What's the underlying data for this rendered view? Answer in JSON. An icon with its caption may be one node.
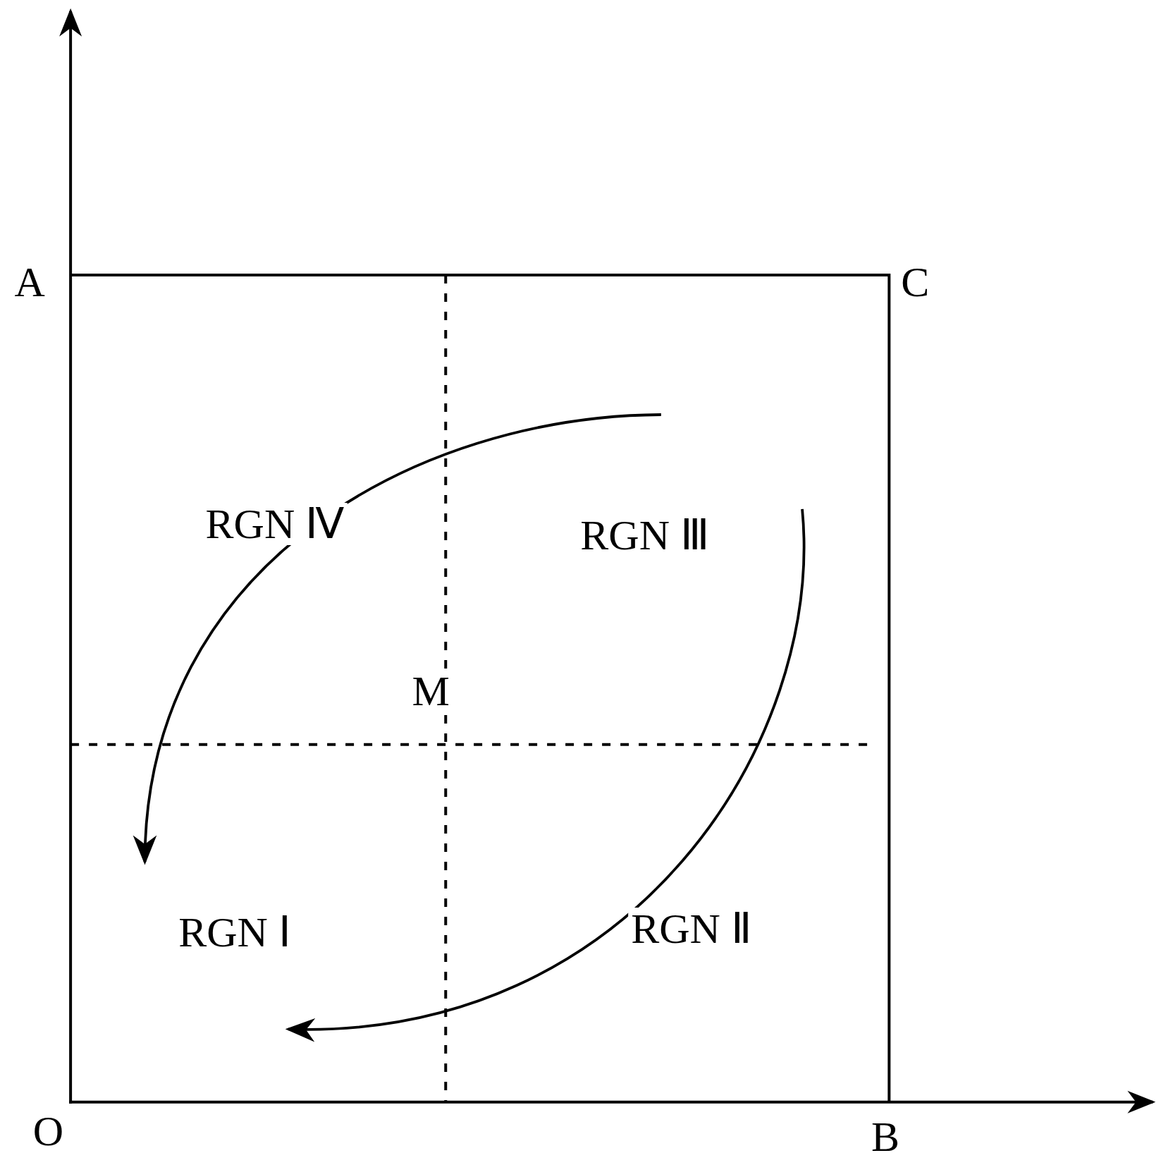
{
  "diagram": {
    "labels": [
      "A",
      "C",
      "RGN Ⅳ",
      "RGN Ⅲ",
      "M",
      "RGN Ⅰ",
      "RGN Ⅱ",
      "O",
      "B"
    ]
  }
}
